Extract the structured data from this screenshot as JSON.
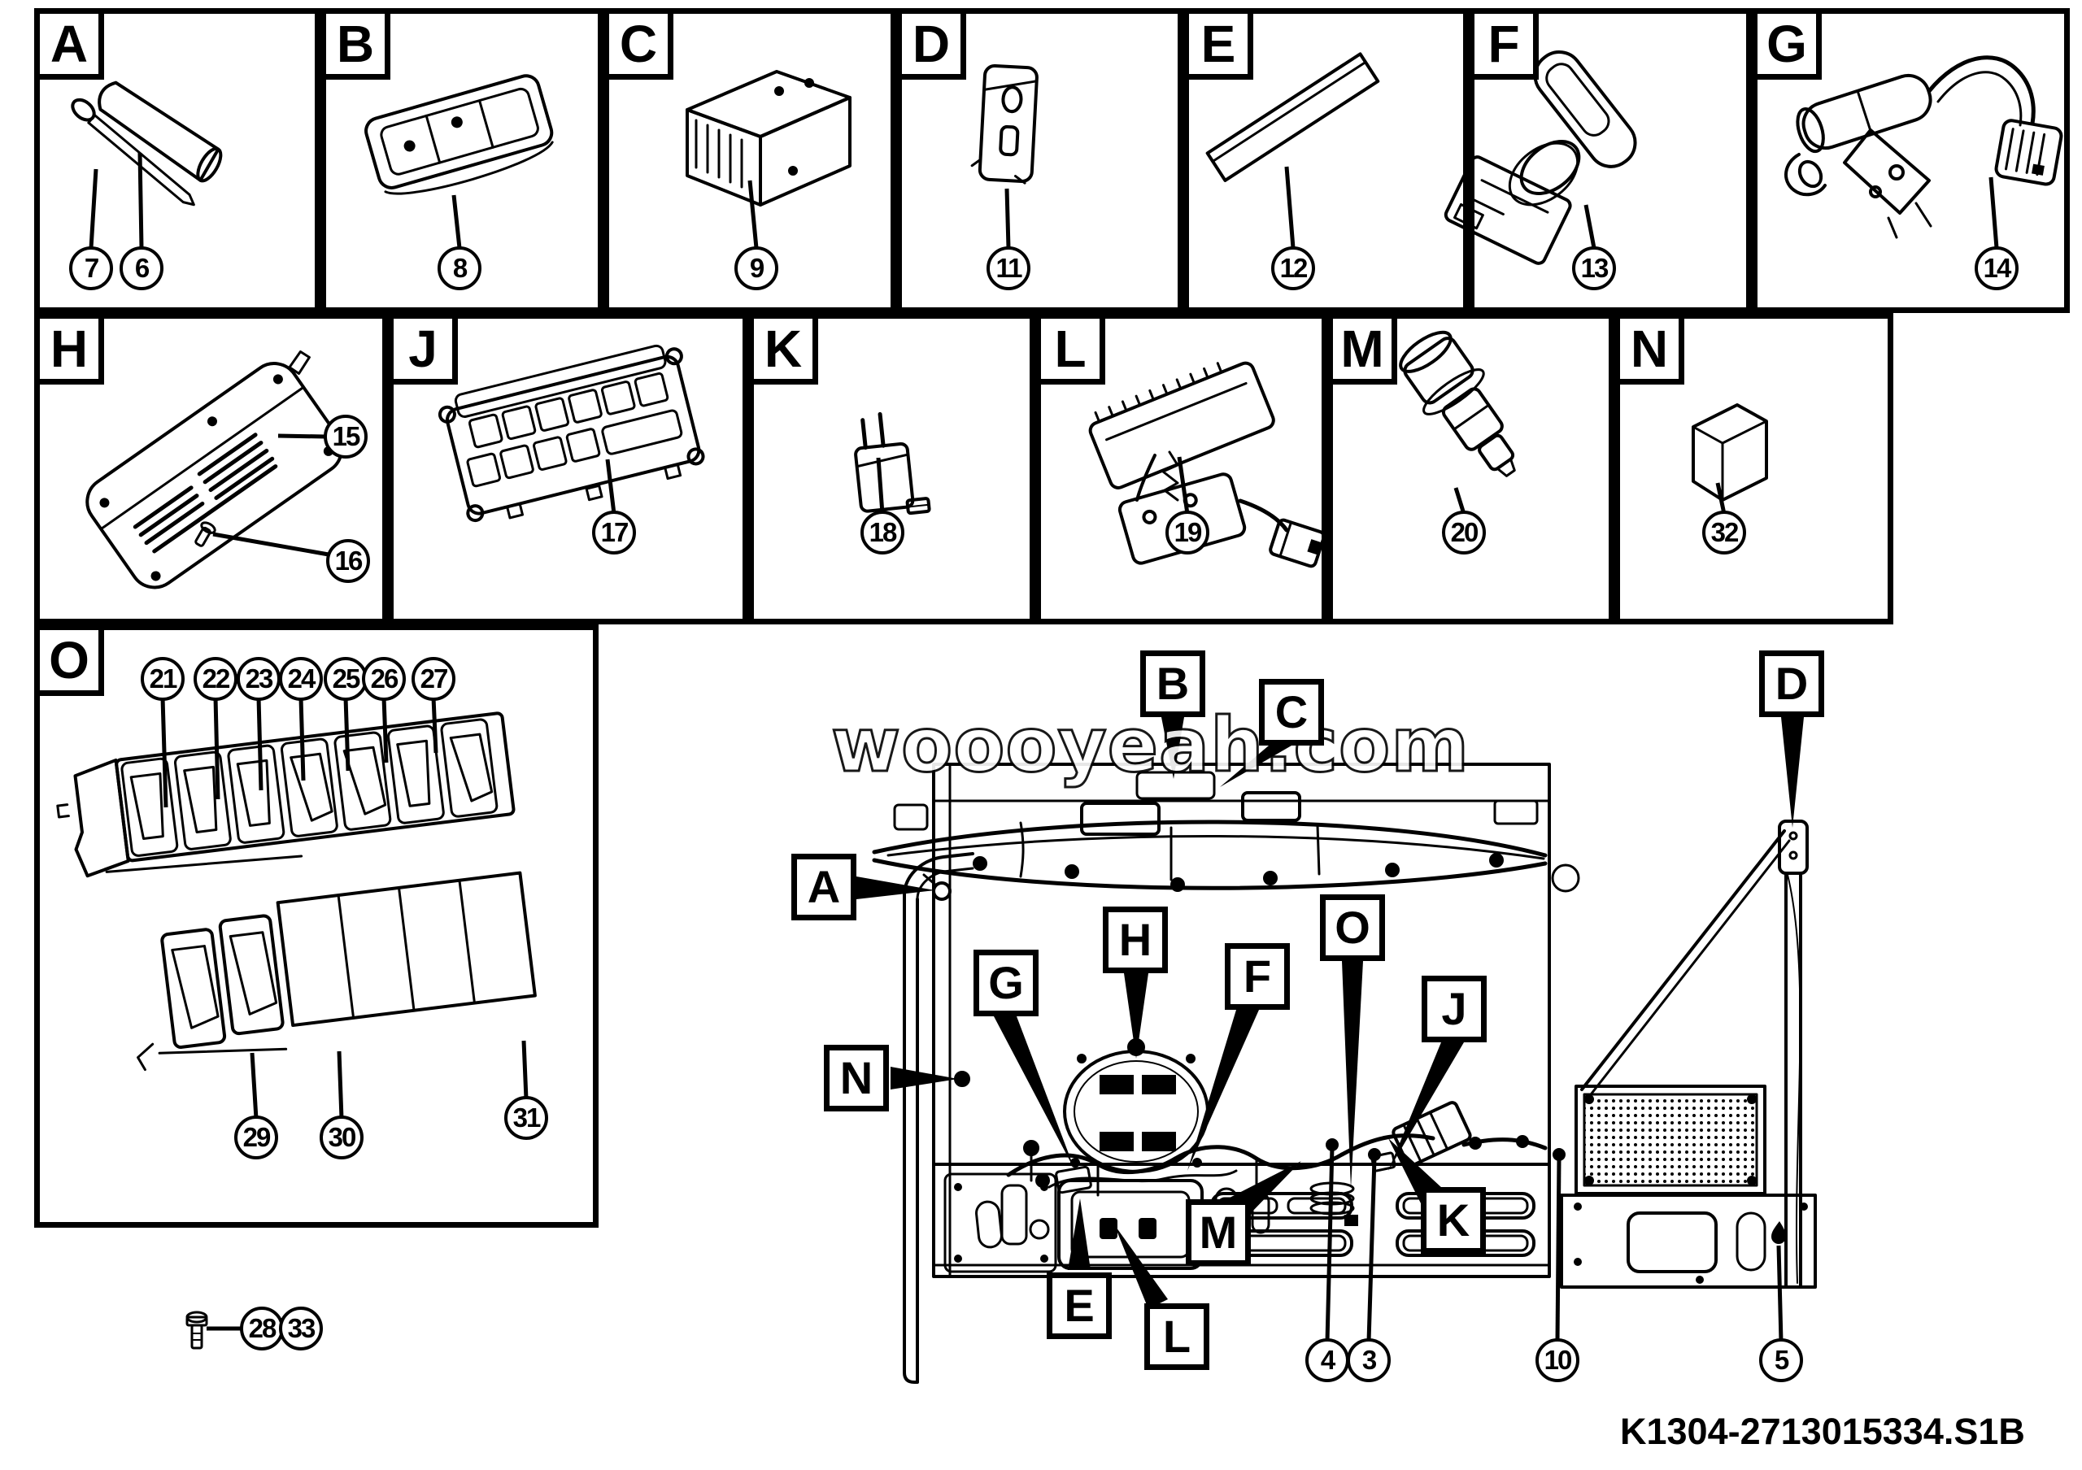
{
  "diagram": {
    "watermark": "woooyeah.com",
    "code": "K1304-2713015334.S1B",
    "ink_color": "#000000",
    "background_color": "#ffffff"
  },
  "legend": {
    "cells": [
      {
        "letter": "A",
        "nums": [
          "7",
          "6"
        ]
      },
      {
        "letter": "B",
        "nums": [
          "8"
        ]
      },
      {
        "letter": "C",
        "nums": [
          "9"
        ]
      },
      {
        "letter": "D",
        "nums": [
          "11"
        ]
      },
      {
        "letter": "E",
        "nums": [
          "12"
        ]
      },
      {
        "letter": "F",
        "nums": [
          "13"
        ]
      },
      {
        "letter": "G",
        "nums": [
          "14"
        ]
      },
      {
        "letter": "H",
        "nums": [
          "15",
          "16"
        ]
      },
      {
        "letter": "J",
        "nums": [
          "17"
        ]
      },
      {
        "letter": "K",
        "nums": [
          "18"
        ]
      },
      {
        "letter": "L",
        "nums": [
          "19"
        ]
      },
      {
        "letter": "M",
        "nums": [
          "20"
        ]
      },
      {
        "letter": "N",
        "nums": [
          "32"
        ]
      },
      {
        "letter": "O",
        "nums": [
          "21",
          "22",
          "23",
          "24",
          "25",
          "26",
          "27",
          "29",
          "30",
          "31"
        ]
      }
    ]
  },
  "loose_parts": {
    "nums": [
      "28",
      "33"
    ]
  },
  "assembly": {
    "callouts": [
      "A",
      "B",
      "C",
      "D",
      "G",
      "H",
      "F",
      "O",
      "J",
      "N",
      "M",
      "K",
      "E",
      "L"
    ],
    "numbers": [
      "4",
      "3",
      "10",
      "5"
    ]
  }
}
